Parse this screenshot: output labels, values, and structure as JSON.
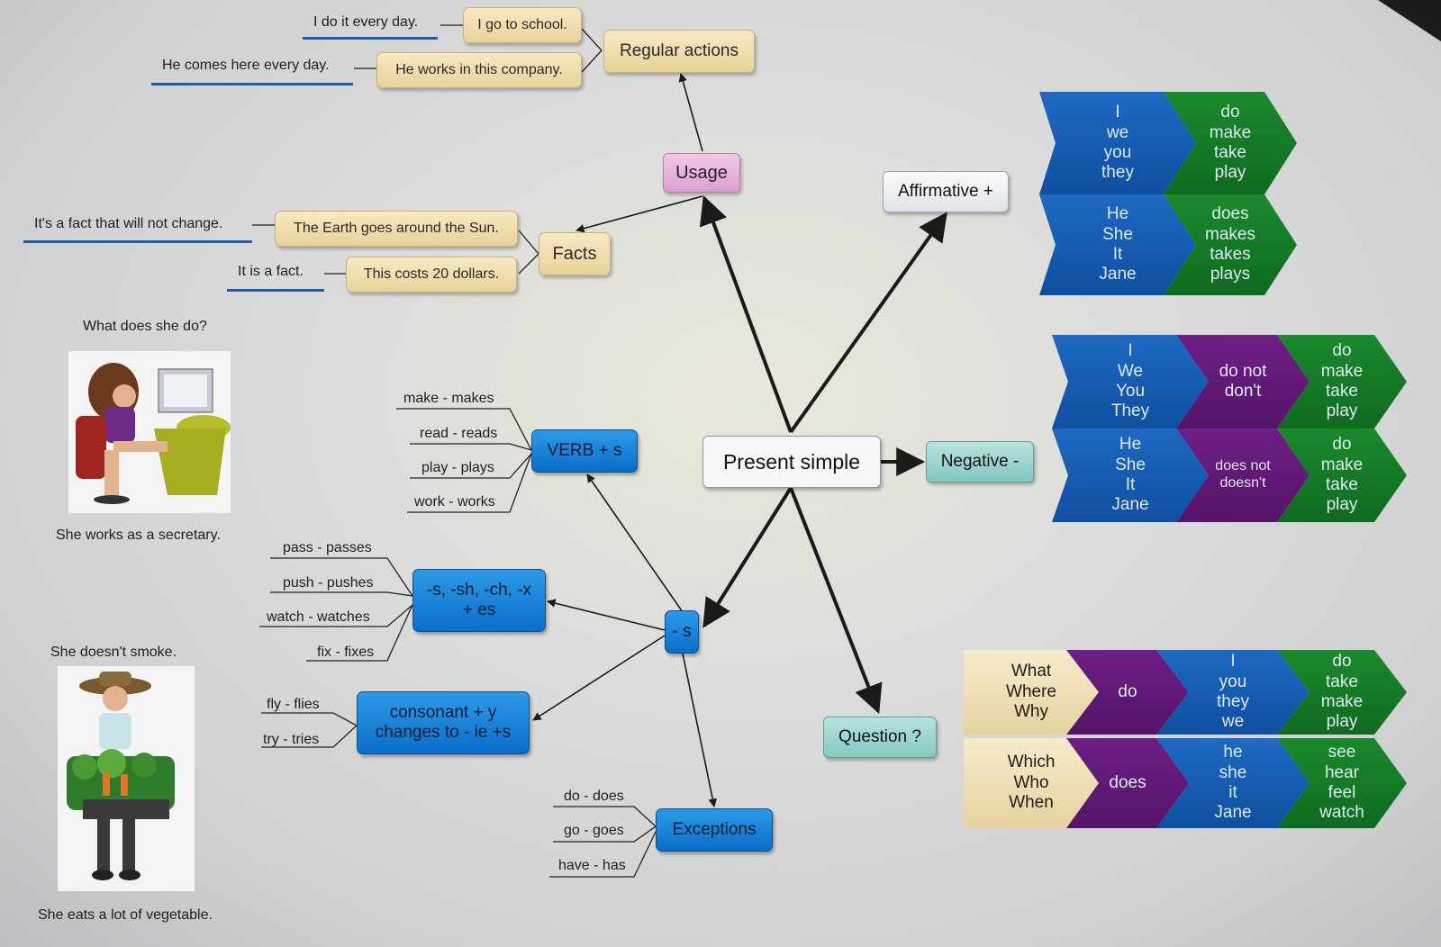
{
  "center": "Present simple",
  "branches": {
    "usage": "Usage",
    "affirmative": "Affirmative +",
    "negative": "Negative -",
    "question": "Question ?",
    "s_ending": "- s"
  },
  "usage": {
    "regular_actions": {
      "label": "Regular actions",
      "examples": [
        {
          "sentence": "I go to school.",
          "note": "I do it every day."
        },
        {
          "sentence": "He works in this company.",
          "note": "He comes here every day."
        }
      ]
    },
    "facts": {
      "label": "Facts",
      "examples": [
        {
          "sentence": "The Earth goes around the Sun.",
          "note": "It's a fact that will not change."
        },
        {
          "sentence": "This costs 20 dollars.",
          "note": "It is a fact."
        }
      ]
    }
  },
  "spelling": {
    "verb_s": {
      "label": "VERB + s",
      "examples": [
        "make - makes",
        "read - reads",
        "play - plays",
        "work - works"
      ]
    },
    "es": {
      "label_line1": "-s, -sh, -ch, -x",
      "label_line2": "+ es",
      "examples": [
        "pass - passes",
        "push - pushes",
        "watch - watches",
        "fix - fixes"
      ]
    },
    "consonant_y": {
      "label_line1": "consonant + y",
      "label_line2": "changes to - ie +s",
      "examples": [
        "fly - flies",
        "try - tries"
      ]
    },
    "exceptions": {
      "label": "Exceptions",
      "examples": [
        "do - does",
        "go - goes",
        "have - has"
      ]
    }
  },
  "pictures": {
    "secretary": {
      "question": "What does she do?",
      "caption": "She works as a secretary."
    },
    "farmer": {
      "caption_top": "She doesn't smoke.",
      "caption_bottom": "She eats a lot of vegetable."
    }
  },
  "affirmative_table": [
    {
      "subject": "I\nwe\nyou\nthey",
      "verb": "do\nmake\ntake\nplay"
    },
    {
      "subject": "He\nShe\nIt\nJane",
      "verb": "does\nmakes\ntakes\nplays"
    }
  ],
  "negative_table": [
    {
      "subject": "I\nWe\nYou\nThey",
      "aux": "do not\ndon't",
      "verb": "do\nmake\ntake\nplay"
    },
    {
      "subject": "He\nShe\nIt\nJane",
      "aux": "does not\ndoesn't",
      "verb": "do\nmake\ntake\nplay"
    }
  ],
  "question_table": [
    {
      "wh": "What\nWhere\nWhy",
      "aux": "do",
      "subject": "I\nyou\nthey\nwe",
      "verb": "do\ntake\nmake\nplay"
    },
    {
      "wh": "Which\nWho\nWhen",
      "aux": "does",
      "subject": "he\nshe\nit\nJane",
      "verb": "see\nhear\nfeel\nwatch"
    }
  ],
  "colors": {
    "blue": "#1e69c2",
    "green": "#1a8a2c",
    "purple": "#6e1f86",
    "tan": "#efdcae",
    "pink": "#e6b1da",
    "teal": "#9bd4cf",
    "underline": "#1c5fa8"
  }
}
